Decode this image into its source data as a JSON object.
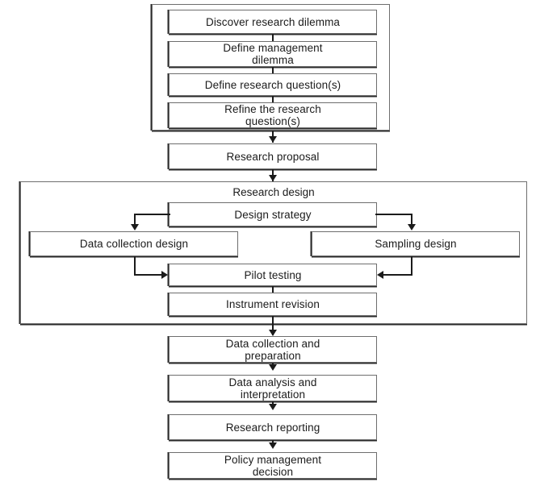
{
  "diagram": {
    "title": "Research process flowchart",
    "type": "flowchart",
    "background_color": "#ffffff",
    "line_color": "#1b1b1b",
    "box_border_color": "#6e6e6e",
    "text_color": "#1b1b1b"
  },
  "groups": {
    "question_formulation": {
      "label": "",
      "steps": [
        {
          "label": "Discover research dilemma"
        },
        {
          "label": "Define management\ndilemma"
        },
        {
          "label": "Define research question(s)"
        },
        {
          "label": "Refine the research\nquestion(s)"
        }
      ]
    },
    "research_design": {
      "label": "Research design",
      "steps": [
        {
          "label": "Design strategy"
        },
        {
          "label": "Data collection design"
        },
        {
          "label": "Sampling design"
        },
        {
          "label": "Pilot testing"
        },
        {
          "label": "Instrument revision"
        }
      ]
    }
  },
  "standalone_steps": {
    "research_proposal": {
      "label": "Research proposal"
    },
    "data_collection_and_preparation": {
      "label": "Data collection and\npreparation"
    },
    "data_analysis_and_interpretation": {
      "label": "Data analysis and\ninterpretation"
    },
    "research_reporting": {
      "label": "Research reporting"
    },
    "policy_management_decision": {
      "label": "Policy management\ndecision"
    }
  }
}
